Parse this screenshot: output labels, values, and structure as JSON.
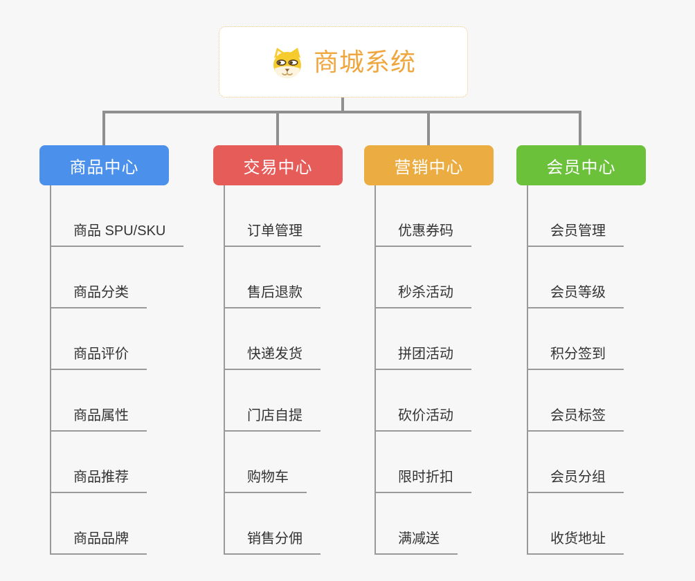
{
  "root": {
    "title": "商城系统",
    "icon": "shiba-dog-icon",
    "accent_color": "#f0a63e"
  },
  "connector_color": "#8f8f8f",
  "leaf_line_color": "#999999",
  "branches": [
    {
      "label": "商品中心",
      "color": "#4b90eb",
      "children": [
        "商品 SPU/SKU",
        "商品分类",
        "商品评价",
        "商品属性",
        "商品推荐",
        "商品品牌"
      ]
    },
    {
      "label": "交易中心",
      "color": "#e65c59",
      "children": [
        "订单管理",
        "售后退款",
        "快递发货",
        "门店自提",
        "购物车",
        "销售分佣"
      ]
    },
    {
      "label": "营销中心",
      "color": "#ebac42",
      "children": [
        "优惠券码",
        "秒杀活动",
        "拼团活动",
        "砍价活动",
        "限时折扣",
        "满减送"
      ]
    },
    {
      "label": "会员中心",
      "color": "#6cc13b",
      "children": [
        "会员管理",
        "会员等级",
        "积分签到",
        "会员标签",
        "会员分组",
        "收货地址"
      ]
    }
  ]
}
